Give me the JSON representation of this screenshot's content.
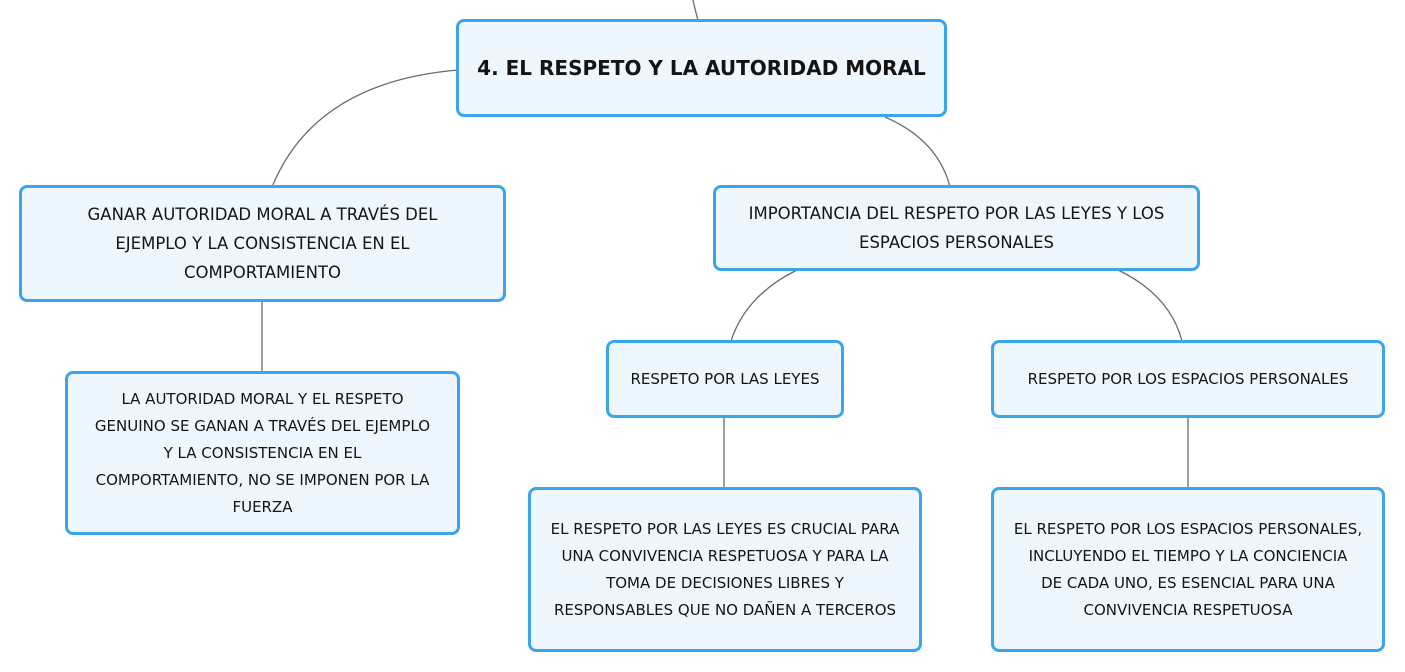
{
  "diagram": {
    "root": {
      "label": "4. EL RESPETO Y LA AUTORIDAD MORAL"
    },
    "branch_authority": {
      "label": "GANAR AUTORIDAD MORAL A TRAVÉS DEL\nEJEMPLO Y LA CONSISTENCIA EN EL\nCOMPORTAMIENTO"
    },
    "detail_authority": {
      "label": "LA AUTORIDAD MORAL Y EL RESPETO\nGENUINO SE GANAN A TRAVÉS DEL EJEMPLO\nY LA CONSISTENCIA EN EL\nCOMPORTAMIENTO, NO SE IMPONEN POR LA\nFUERZA"
    },
    "branch_importance": {
      "label": "IMPORTANCIA DEL RESPETO POR LAS LEYES Y LOS\nESPACIOS PERSONALES"
    },
    "subtopic_laws": {
      "label": "RESPETO POR LAS LEYES"
    },
    "subtopic_spaces": {
      "label": "RESPETO POR LOS ESPACIOS PERSONALES"
    },
    "detail_laws": {
      "label": "EL RESPETO POR LAS LEYES ES CRUCIAL PARA\nUNA CONVIVENCIA RESPETUOSA Y PARA LA\nTOMA DE DECISIONES LIBRES Y\nRESPONSABLES QUE NO DAÑEN A TERCEROS"
    },
    "detail_spaces": {
      "label": "EL RESPETO POR LOS ESPACIOS PERSONALES,\nINCLUYENDO EL TIEMPO Y LA CONCIENCIA\nDE CADA UNO, ES ESENCIAL PARA UNA\nCONVIVENCIA RESPETUOSA"
    }
  },
  "colors": {
    "node_border": "#3aa5e8",
    "node_fill": "#eef7fd",
    "connector": "#6b6b6b",
    "text": "#141414"
  }
}
